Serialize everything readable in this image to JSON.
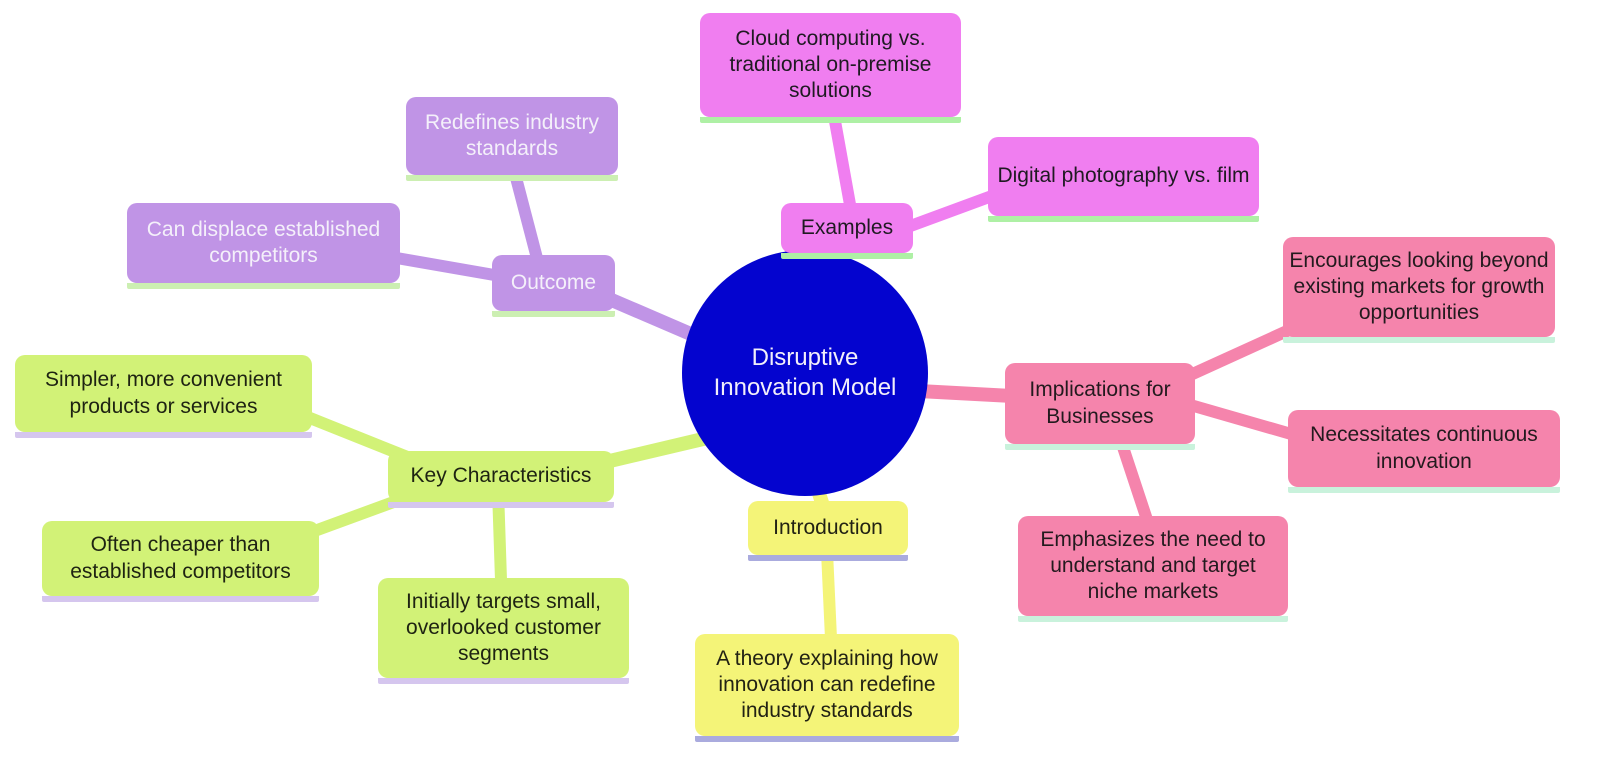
{
  "mindmap": {
    "root": {
      "label": "Disruptive Innovation Model"
    },
    "branches": [
      {
        "label": "Examples",
        "children": [
          {
            "label": "Cloud computing vs. traditional on-premise solutions"
          },
          {
            "label": "Digital photography vs. film"
          }
        ]
      },
      {
        "label": "Implications for Businesses",
        "children": [
          {
            "label": "Encourages looking beyond existing markets for growth opportunities"
          },
          {
            "label": "Necessitates continuous innovation"
          },
          {
            "label": "Emphasizes the need to understand and target niche markets"
          }
        ]
      },
      {
        "label": "Introduction",
        "children": [
          {
            "label": "A theory explaining how innovation can redefine industry standards"
          }
        ]
      },
      {
        "label": "Key Characteristics",
        "children": [
          {
            "label": "Simpler, more convenient products or services"
          },
          {
            "label": "Often cheaper than established competitors"
          },
          {
            "label": "Initially targets small, overlooked customer segments"
          }
        ]
      },
      {
        "label": "Outcome",
        "children": [
          {
            "label": "Can displace established competitors"
          },
          {
            "label": "Redefines industry standards"
          }
        ]
      }
    ],
    "colors": {
      "root": {
        "fill": "#0404CF",
        "text": "#F2EFFA"
      },
      "examples": {
        "fill": "#F07EF0",
        "strip": "#AEF0A5",
        "text": "#1F1A22"
      },
      "implications": {
        "fill": "#F584AC",
        "strip": "#C9F2DC",
        "text": "#231A1E"
      },
      "introduction": {
        "fill": "#F4F478",
        "strip": "#AAABDE",
        "text": "#222214"
      },
      "key_characteristics": {
        "fill": "#D2F277",
        "strip": "#D5C6EE",
        "text": "#1E2312"
      },
      "outcome": {
        "fill": "#C094E6",
        "strip": "#CCEFB2",
        "text": "#F4F0FA"
      }
    }
  }
}
